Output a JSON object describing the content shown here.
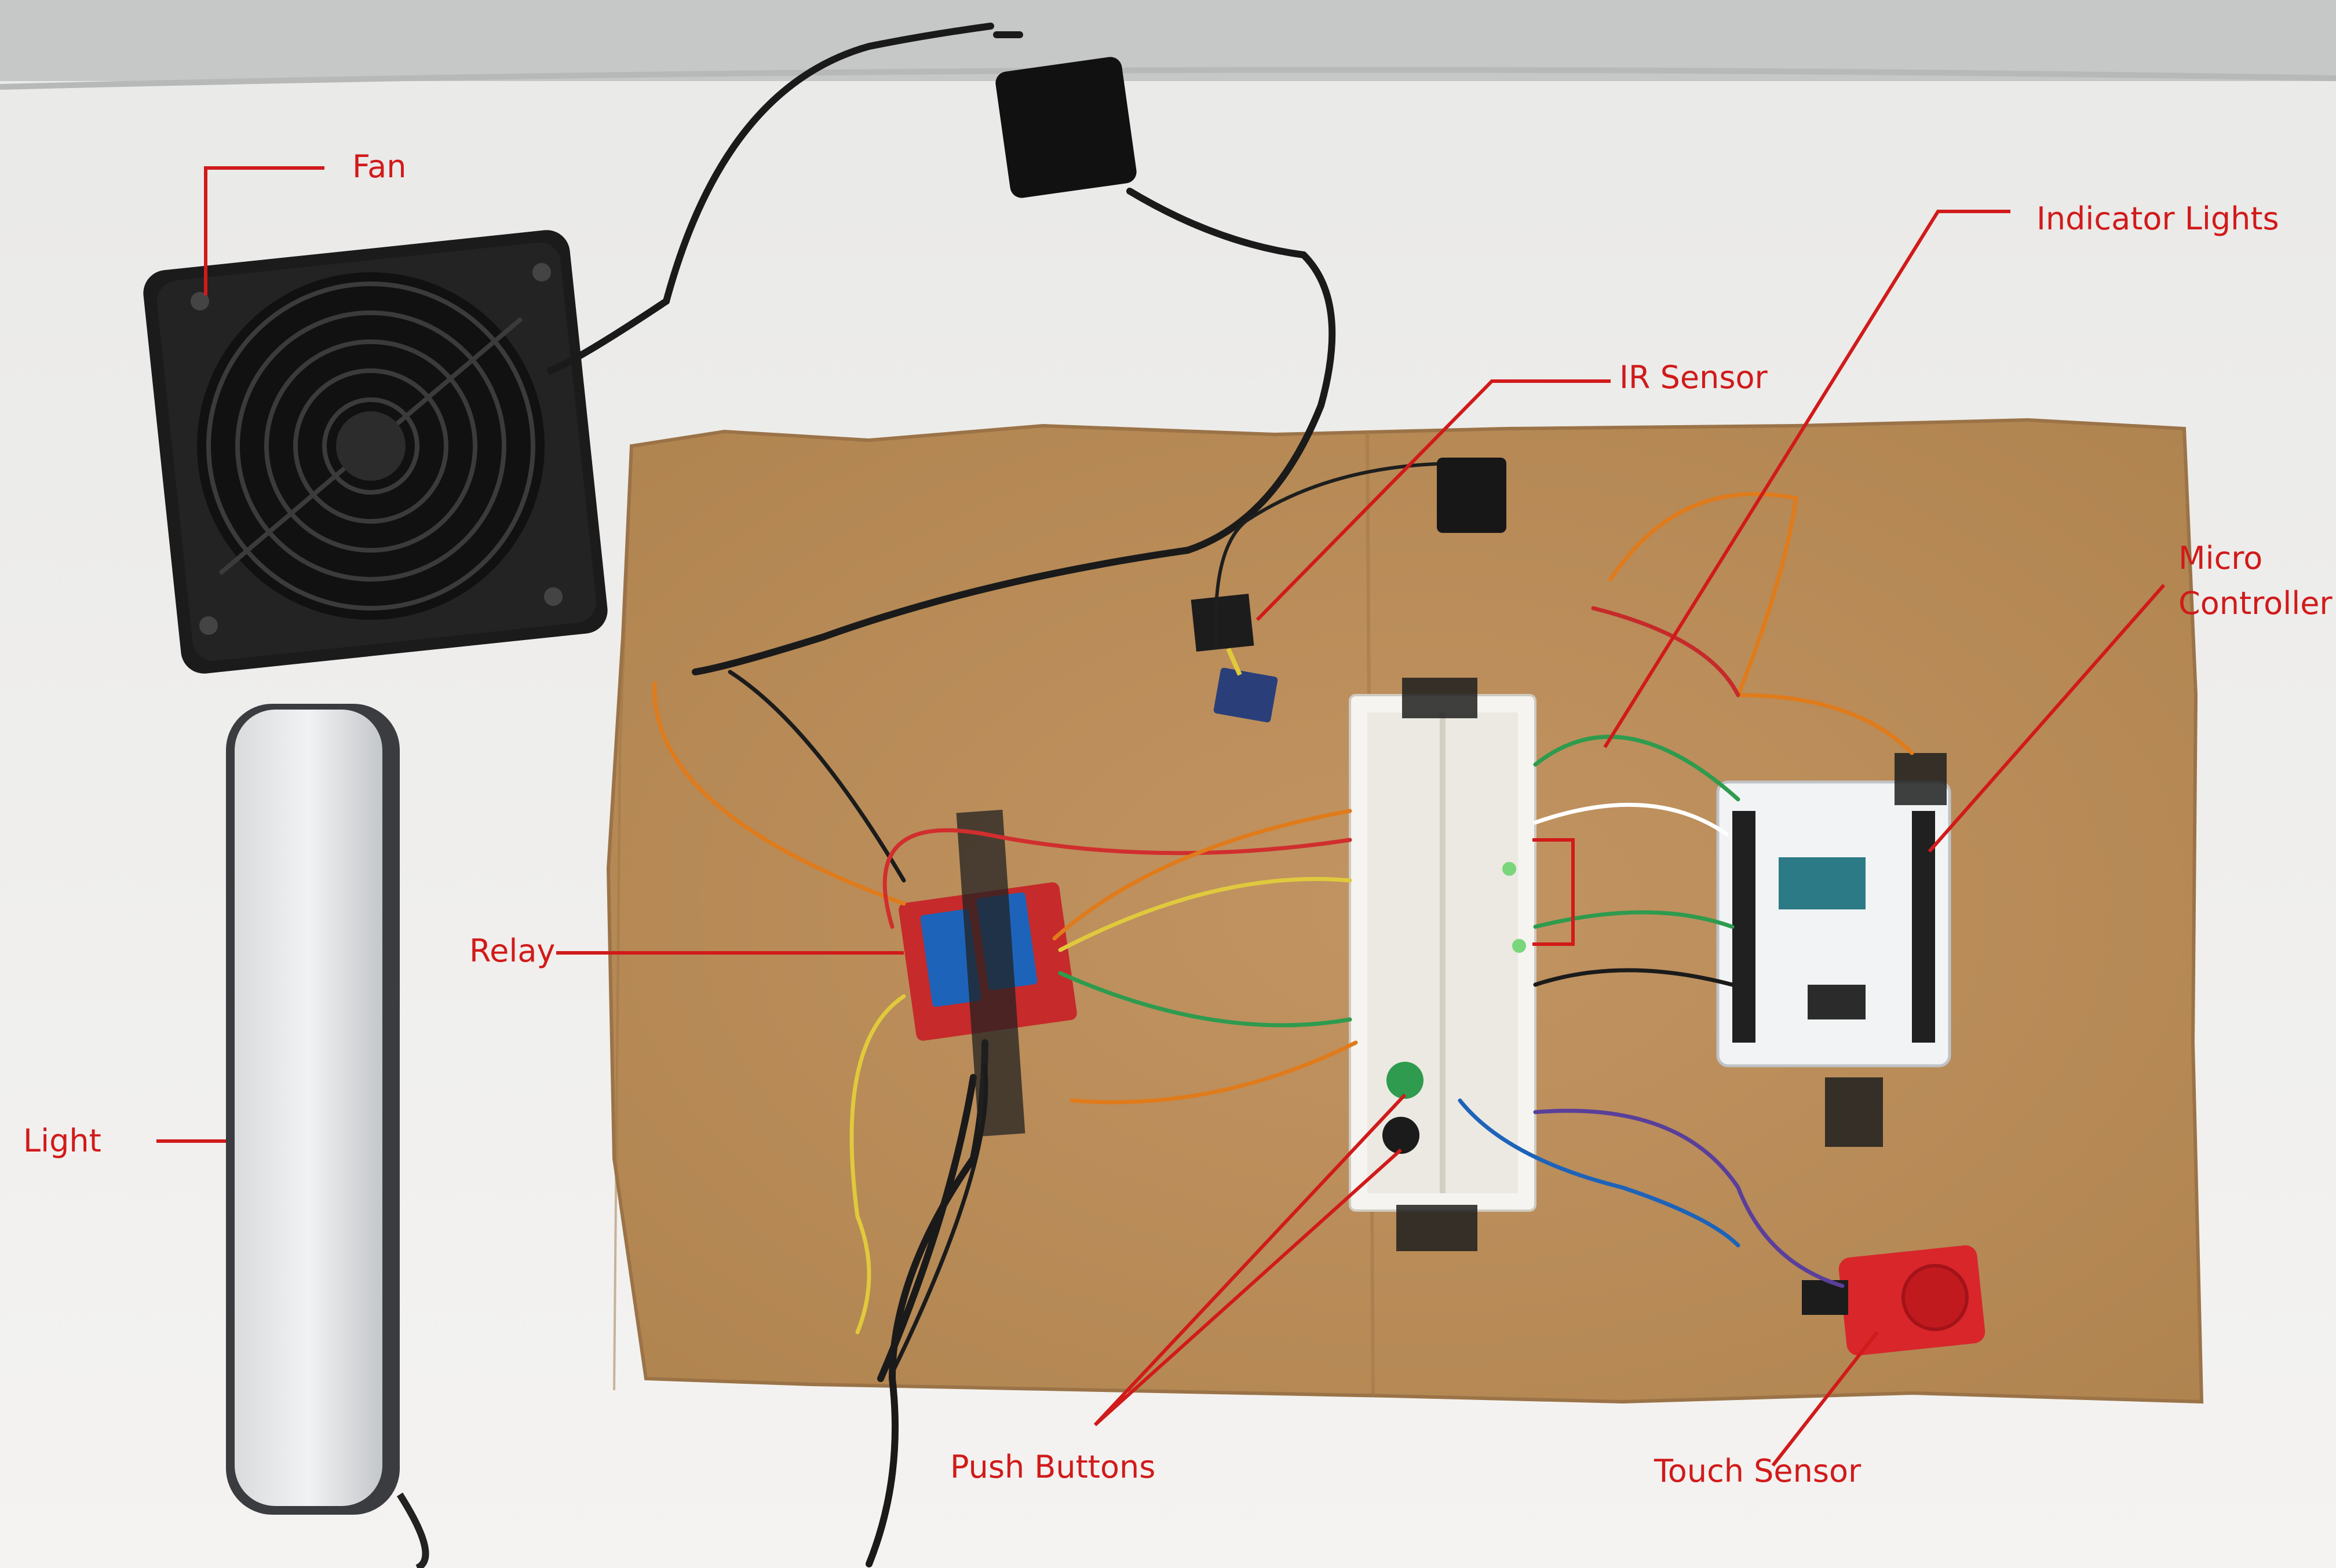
{
  "labels": {
    "fan": "Fan",
    "light": "Light",
    "relay": "Relay",
    "ir_sensor": "IR Sensor",
    "indicator_lights": "Indicator Lights",
    "micro_controller_line1": "Micro",
    "micro_controller_line2": "Controller",
    "push_buttons": "Push Buttons",
    "touch_sensor": "Touch Sensor"
  },
  "colors": {
    "annotation": "#d11a1a",
    "cardboard": "#bb8d5a",
    "table": "#f1f0ee",
    "wall": "#c6c8c7"
  }
}
